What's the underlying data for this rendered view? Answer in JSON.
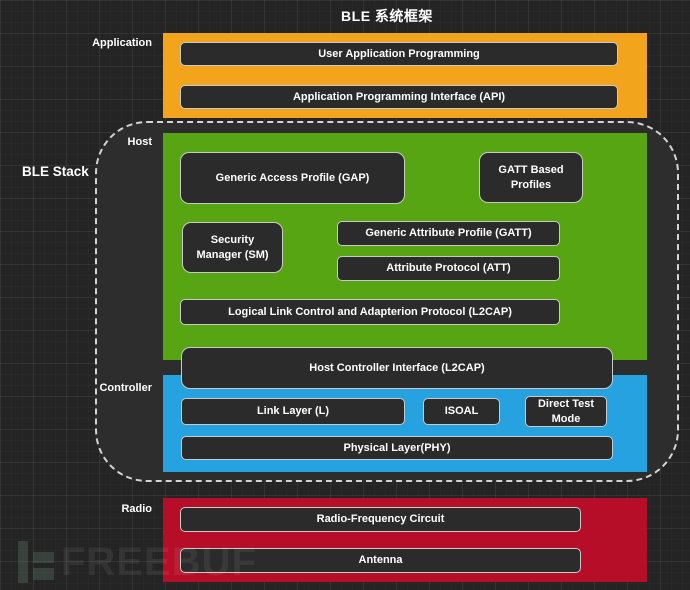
{
  "title": "BLE 系统框架",
  "stack_label": "BLE Stack",
  "watermark": {
    "text": "FREEBUF"
  },
  "colors": {
    "application_band": "#F2A41C",
    "host_band": "#58A513",
    "controller_band": "#27A2E0",
    "radio_band": "#B60D28",
    "box_background": "#2B2B2B",
    "box_border": "#C9C9C9",
    "container_background": "#2D2D2D",
    "page_background": "#242424",
    "text": "#FFFFFF"
  },
  "application": {
    "label": "Application",
    "user_app": "User Application Programming",
    "api": "Application Programming Interface (API)"
  },
  "host": {
    "label": "Host",
    "gap": "Generic Access Profile (GAP)",
    "gatt_based": "GATT Based Profiles",
    "sm": "Security Manager (SM)",
    "gatt": "Generic Attribute Profile (GATT)",
    "att": "Attribute Protocol (ATT)",
    "l2cap": "Logical Link Control and Adapterion Protocol (L2CAP)"
  },
  "hci": {
    "label": "Host Controller Interface (L2CAP)"
  },
  "controller": {
    "label": "Controller",
    "link_layer": "Link Layer (L)",
    "isoal": "ISOAL",
    "direct_test_mode": "Direct Test Mode",
    "phy": "Physical Layer(PHY)"
  },
  "radio": {
    "label": "Radio",
    "rf_circuit": "Radio-Frequency Circuit",
    "antenna": "Antenna"
  }
}
